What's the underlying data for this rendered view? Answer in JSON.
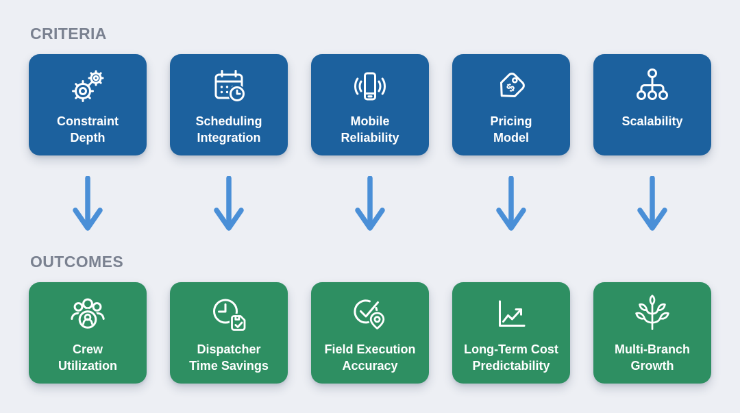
{
  "page": {
    "background_color": "#edeff4",
    "type": "criteria-to-outcomes mapping infographic"
  },
  "colors": {
    "criteria_card": "#1c619e",
    "outcomes_card": "#2e8f62",
    "arrow": "#4a8fd7",
    "section_label": "#7a8190",
    "card_text": "#ffffff"
  },
  "sections": {
    "criteria": {
      "label": "CRITERIA",
      "cards": [
        {
          "label": "Constraint\nDepth",
          "icon": "gears-icon"
        },
        {
          "label": "Scheduling\nIntegration",
          "icon": "calendar-clock-icon"
        },
        {
          "label": "Mobile\nReliability",
          "icon": "phone-signal-icon"
        },
        {
          "label": "Pricing\nModel",
          "icon": "price-tag-icon"
        },
        {
          "label": "Scalability",
          "icon": "hierarchy-icon"
        }
      ]
    },
    "outcomes": {
      "label": "OUTCOMES",
      "cards": [
        {
          "label": "Crew\nUtilization",
          "icon": "people-group-icon"
        },
        {
          "label": "Dispatcher\nTime Savings",
          "icon": "clock-checklist-icon"
        },
        {
          "label": "Field Execution\nAccuracy",
          "icon": "check-location-icon"
        },
        {
          "label": "Long-Term Cost\nPredictability",
          "icon": "trend-chart-icon"
        },
        {
          "label": "Multi-Branch\nGrowth",
          "icon": "plant-growth-icon"
        }
      ]
    },
    "arrows": {
      "count": 5,
      "direction": "down"
    }
  }
}
